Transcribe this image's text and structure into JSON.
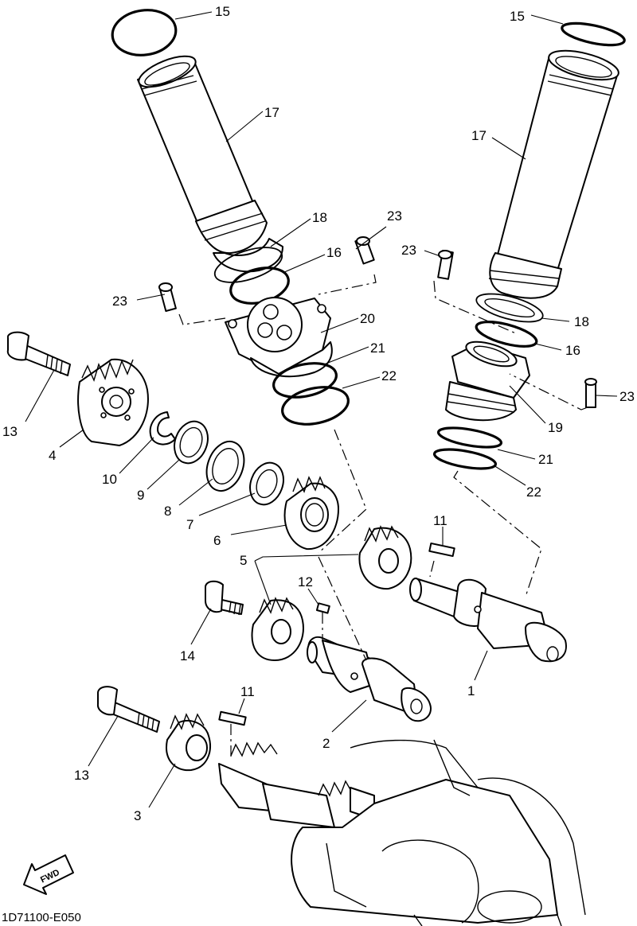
{
  "diagram": {
    "code": "1D71100-E050",
    "fwd_label": "FWD",
    "callouts": [
      {
        "id": "c15a",
        "label": "15"
      },
      {
        "id": "c15b",
        "label": "15"
      },
      {
        "id": "c17a",
        "label": "17"
      },
      {
        "id": "c17b",
        "label": "17"
      },
      {
        "id": "c18a",
        "label": "18"
      },
      {
        "id": "c18b",
        "label": "18"
      },
      {
        "id": "c16a",
        "label": "16"
      },
      {
        "id": "c16b",
        "label": "16"
      },
      {
        "id": "c23a",
        "label": "23"
      },
      {
        "id": "c23b",
        "label": "23"
      },
      {
        "id": "c23c",
        "label": "23"
      },
      {
        "id": "c23d",
        "label": "23"
      },
      {
        "id": "c20",
        "label": "20"
      },
      {
        "id": "c21a",
        "label": "21"
      },
      {
        "id": "c21b",
        "label": "21"
      },
      {
        "id": "c22a",
        "label": "22"
      },
      {
        "id": "c22b",
        "label": "22"
      },
      {
        "id": "c19",
        "label": "19"
      },
      {
        "id": "c13a",
        "label": "13"
      },
      {
        "id": "c13b",
        "label": "13"
      },
      {
        "id": "c4",
        "label": "4"
      },
      {
        "id": "c10",
        "label": "10"
      },
      {
        "id": "c9",
        "label": "9"
      },
      {
        "id": "c8",
        "label": "8"
      },
      {
        "id": "c7",
        "label": "7"
      },
      {
        "id": "c6",
        "label": "6"
      },
      {
        "id": "c5",
        "label": "5"
      },
      {
        "id": "c11a",
        "label": "11"
      },
      {
        "id": "c11b",
        "label": "11"
      },
      {
        "id": "c12",
        "label": "12"
      },
      {
        "id": "c14",
        "label": "14"
      },
      {
        "id": "c1",
        "label": "1"
      },
      {
        "id": "c2",
        "label": "2"
      },
      {
        "id": "c3",
        "label": "3"
      }
    ]
  }
}
